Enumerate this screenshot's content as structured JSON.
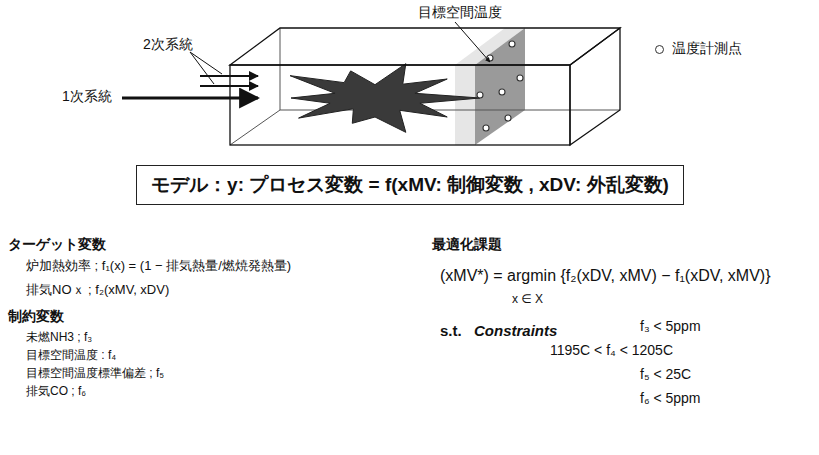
{
  "diagram": {
    "nodes": [
      {
        "text": [
          "モデル：y: プロセス変数 = f(xMV: 制御変数 , xDV: 外乱変数)"
        ]
      }
    ],
    "labels": [
      "目標空間温度",
      "2次系統",
      "1次系統",
      "ターゲット変数",
      "炉加熱効率 ; f₁(x) = (1 − 排気熱量/燃焼発熱量)",
      "排気NOｘ ; f₂(xMV, xDV)",
      "制約変数",
      "未燃NH3 ; f₃",
      "目標空間温度 : f₄",
      "目標空間温度標準偏差 ; f₅",
      "排気CO ; f₆",
      "最適化課題",
      "(xMV*) = argmin {f₂(xDV, xMV) − f₁(xDV, xMV)}",
      "x ∈ X",
      "s.t.",
      "Constraints",
      "f₃ < 5ppm",
      "1195C < f₄ < 1205C",
      "f₅ < 25C",
      "f₆ < 5ppm"
    ],
    "legend": [
      {
        "text": "温度計測点"
      }
    ]
  }
}
